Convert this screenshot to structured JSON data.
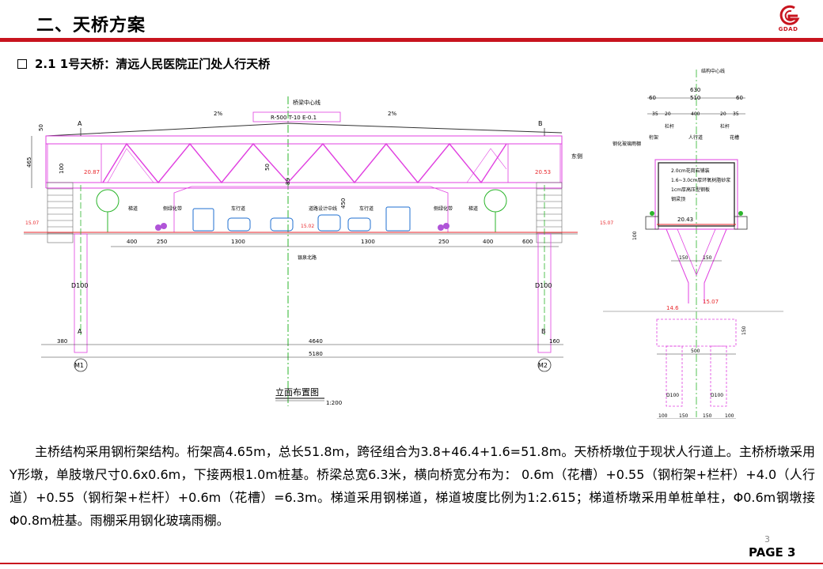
{
  "header": {
    "title": "二、天桥方案",
    "logo_text": "GDAD"
  },
  "section": {
    "subtitle": "2.1 1号天桥：清远人民医院正门处人行天桥"
  },
  "drawing": {
    "elevation": {
      "caption": "立面布置图",
      "scale": "1:200",
      "center_line": "桥梁中心线",
      "curve_params": "R-500  T-10  E-0.1",
      "slope_left": "2%",
      "slope_right": "2%",
      "dim_top": "50",
      "dim_left_height": "465",
      "dim_truss_inner": "100",
      "dim_mid_50": "50",
      "dim_89": "89",
      "dim_450": "450",
      "elev_left": "20.87",
      "elev_right": "20.53",
      "elev_ground_left": "15.07",
      "elev_ground_right": "15.07",
      "elev_center": "15.02",
      "label_a": "A",
      "label_b": "B",
      "label_side": "东侧",
      "label_stair_left": "梯道",
      "label_greenbelt_left": "侧绿化带",
      "label_lane_left": "车行道",
      "label_road_center": "道路设计中线",
      "label_lane_right": "车行道",
      "label_greenbelt_right": "侧绿化带",
      "label_stair_right": "梯道",
      "label_road_name": "银泉北路",
      "seg_dims": [
        "400",
        "250",
        "1300",
        "1300",
        "250",
        "400",
        "600"
      ],
      "pier_left": "D100",
      "pier_right": "D100",
      "span_dims": [
        "380",
        "4640",
        "160"
      ],
      "total_length": "5180",
      "axis_left": "M1",
      "axis_right": "M2"
    },
    "section": {
      "center_line": "结构中心线",
      "total_width": "630",
      "width_parts": [
        "60",
        "510",
        "60"
      ],
      "sub_parts": [
        "35",
        "20",
        "400",
        "20",
        "35"
      ],
      "railing_left": "栏杆",
      "railing_right": "栏杆",
      "label_truss": "桁架",
      "label_walkway": "人行道",
      "label_planter": "花槽",
      "label_canopy": "钢化玻璃雨棚",
      "layers": [
        "2.0cm花岗岩铺装",
        "1.6~3.0cm厚环氧树脂砂浆",
        "1cm厚高压型钢板",
        "钢梁顶"
      ],
      "deck_elev": "20.43",
      "dim_100": "100",
      "pier_dims": [
        "150",
        "150"
      ],
      "elev_ground": "14.6",
      "elev_ground2": "15.07",
      "cap_height": "150",
      "cap_width": "500",
      "pile_left": "D100",
      "pile_right": "D100",
      "bottom_dims": [
        "100",
        "150",
        "150",
        "100"
      ]
    }
  },
  "description": "主桥结构采用钢桁架结构。桁架高4.65m，总长51.8m，跨径组合为3.8+46.4+1.6=51.8m。天桥桥墩位于现状人行道上。主桥桥墩采用Y形墩，单肢墩尺寸0.6x0.6m，下接两根1.0m桩基。桥梁总宽6.3米，横向桥宽分布为： 0.6m（花槽）+0.55（钢桁架+栏杆）+4.0（人行道）+0.55（钢桁架+栏杆）+0.6m（花槽）=6.3m。梯道采用钢梯道，梯道坡度比例为1:2.615；梯道桥墩采用单桩单柱，Φ0.6m钢墩接Φ0.8m桩基。雨棚采用钢化玻璃雨棚。",
  "footer": {
    "page_small": "3",
    "page_label": "PAGE 3"
  },
  "colors": {
    "accent": "#c8141e",
    "truss": "#e040e0",
    "centerline": "#2bb52b",
    "dimension_red": "#e8262a",
    "vehicle_blue": "#1f6fd1"
  }
}
